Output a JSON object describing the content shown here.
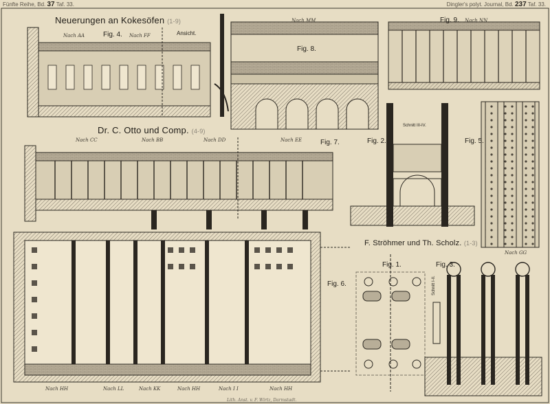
{
  "header": {
    "left_series": "Fünfte Reihe, Bd.",
    "left_volume": "37",
    "left_plate": "Taf. 33.",
    "right_journal": "Dingler's polyt. Journal, Bd.",
    "right_volume": "237",
    "right_plate": "Taf. 33."
  },
  "titles": {
    "main": "Neuerungen an Kokesöfen",
    "main_ref": "(1-9)",
    "otto": "Dr. C. Otto und Comp.",
    "otto_ref": "(4-9)",
    "stroehmer": "F. Ströhmer und Th. Scholz.",
    "stroehmer_ref": "(1-3)"
  },
  "figures": {
    "fig4": "Fig. 4.",
    "ansicht": "Ansicht.",
    "fig8": "Fig. 8.",
    "fig9": "Fig. 9.",
    "fig7": "Fig. 7.",
    "fig2": "Fig. 2.",
    "schnitt_2": "Schnitt III-IV.",
    "fig5": "Fig. 5.",
    "fig6": "Fig. 6.",
    "fig1": "Fig. 1.",
    "fig3": "Fig. 3.",
    "schnitt_3": "Schnitt I-II."
  },
  "section_labels": {
    "nach_aa": "Nach AA",
    "nach_ff": "Nach FF",
    "nach_mm": "Nach MM",
    "nach_nn": "Nach NN",
    "nach_cc": "Nach CC",
    "nach_bb": "Nach BB",
    "nach_dd": "Nach DD",
    "nach_ee": "Nach EE",
    "nach_gg": "Nach GG",
    "nach_hh_1": "Nach HH",
    "nach_ll": "Nach LL",
    "nach_kk": "Nach KK",
    "nach_hh_2": "Nach HH",
    "nach_ii": "Nach I I",
    "nach_hh_3": "Nach HH"
  },
  "footer": "Lith. Anst. v. F. Wirtz, Darmstadt."
}
